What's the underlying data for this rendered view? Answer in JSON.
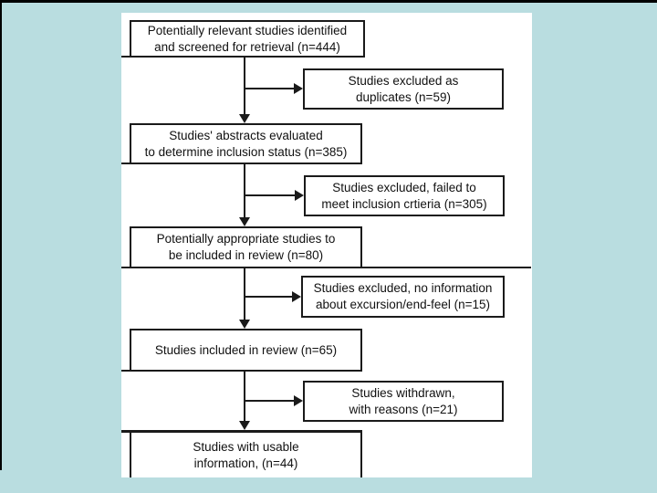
{
  "page": {
    "background_color": "#b9dde0",
    "panel_color": "#ffffff",
    "line_color": "#1a1a1a"
  },
  "flow": {
    "main": [
      {
        "id": "identified-screened",
        "lines": [
          "Potentially relevant studies identified",
          "and screened for retrieval (n=444)"
        ],
        "n": 444
      },
      {
        "id": "abstracts-evaluated",
        "lines": [
          "Studies' abstracts evaluated",
          "to determine inclusion status (n=385)"
        ],
        "n": 385
      },
      {
        "id": "appropriate-studies",
        "lines": [
          "Potentially appropriate studies to",
          "be included in review (n=80)"
        ],
        "n": 80
      },
      {
        "id": "included-in-review",
        "lines": [
          "Studies included in review (n=65)"
        ],
        "n": 65
      },
      {
        "id": "usable-information",
        "lines": [
          "Studies with usable",
          "information, (n=44)"
        ],
        "n": 44
      }
    ],
    "side": [
      {
        "id": "excluded-duplicates",
        "lines": [
          "Studies excluded as",
          "duplicates (n=59)"
        ],
        "n": 59
      },
      {
        "id": "excluded-criteria",
        "lines": [
          "Studies excluded, failed to",
          "meet inclusion crtieria (n=305)"
        ],
        "n": 305
      },
      {
        "id": "excluded-excursion",
        "lines": [
          "Studies excluded, no information",
          "about excursion/end-feel (n=15)"
        ],
        "n": 15
      },
      {
        "id": "withdrawn",
        "lines": [
          "Studies withdrawn,",
          "with reasons (n=21)"
        ],
        "n": 21
      }
    ]
  }
}
